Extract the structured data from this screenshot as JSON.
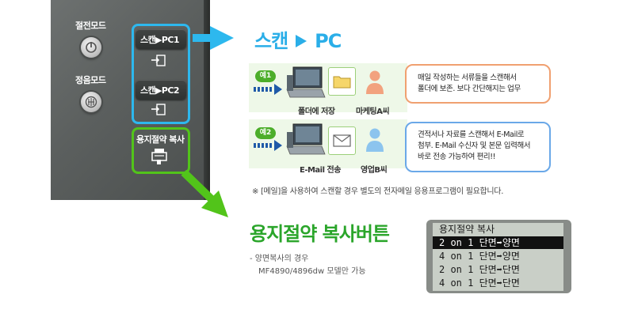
{
  "panel": {
    "energy_mode_label": "절전모드",
    "quiet_mode_label": "정음모드",
    "scan_pc1_label": "스캔▶PC1",
    "scan_pc2_label": "스캔▶PC2",
    "eco_copy_label": "용지절약 복사"
  },
  "scan_section": {
    "title_left": "스캔",
    "title_right": "PC",
    "example1": {
      "tag": "예1",
      "caption_folder": "폴더에 저장",
      "caption_person": "마케팅A씨",
      "bubble_line1": "매일 작성하는 서류들을 스캔해서",
      "bubble_line2": "폴더에 보존. 보다 간단해지는 업무"
    },
    "example2": {
      "tag": "예2",
      "caption_email": "E-Mail 전송",
      "caption_person": "영업B씨",
      "bubble_line1": "견적서나 자료를 스캔해서 E-Mail로",
      "bubble_line2": "첨부. E-Mail 수신자 및 본문 입력해서",
      "bubble_line3": "바로 전송 가능하여 편리!!"
    },
    "note": "※ [메일]을 사용하여 스캔할 경우 별도의 전자메일 응용프로그램이 필요합니다."
  },
  "copy_section": {
    "title": "용지절약 복사버튼",
    "desc_line1": "- 양면복사의 경우",
    "desc_line2": "MF4890/4896dw 모델만 가능"
  },
  "lcd": {
    "title": "용지절약  복사",
    "options": [
      "2 on 1 단면➡양면",
      "4 on 1 단면➡양면",
      "2 on 1 단면➡단면",
      "4 on 1 단면➡단면"
    ],
    "selected_index": 0
  },
  "colors": {
    "scan_accent": "#2aaee8",
    "copy_accent": "#2aa52a",
    "example_tag": "#4cae2a"
  }
}
